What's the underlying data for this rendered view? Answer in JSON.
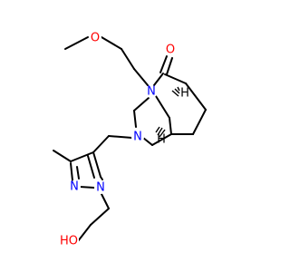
{
  "colors": {
    "carbon_bond": "#000000",
    "oxygen": "#ff0000",
    "nitrogen": "#0000ff",
    "background": "#ffffff"
  },
  "atoms": [
    {
      "id": "O_methoxy",
      "label": "O",
      "element": "O"
    },
    {
      "id": "O_carbonyl",
      "label": "O",
      "element": "O"
    },
    {
      "id": "N_lactam",
      "label": "N",
      "element": "N"
    },
    {
      "id": "N_ring",
      "label": "N",
      "element": "N"
    },
    {
      "id": "N_pyr2",
      "label": "N",
      "element": "N"
    },
    {
      "id": "N_pyr1",
      "label": "N",
      "element": "N"
    },
    {
      "id": "OH",
      "label": "HO",
      "element": "O"
    }
  ],
  "stereo_labels": [
    {
      "id": "H_top",
      "label": "H",
      "element": "H"
    },
    {
      "id": "H_bottom",
      "label": "H",
      "element": "H"
    }
  ]
}
